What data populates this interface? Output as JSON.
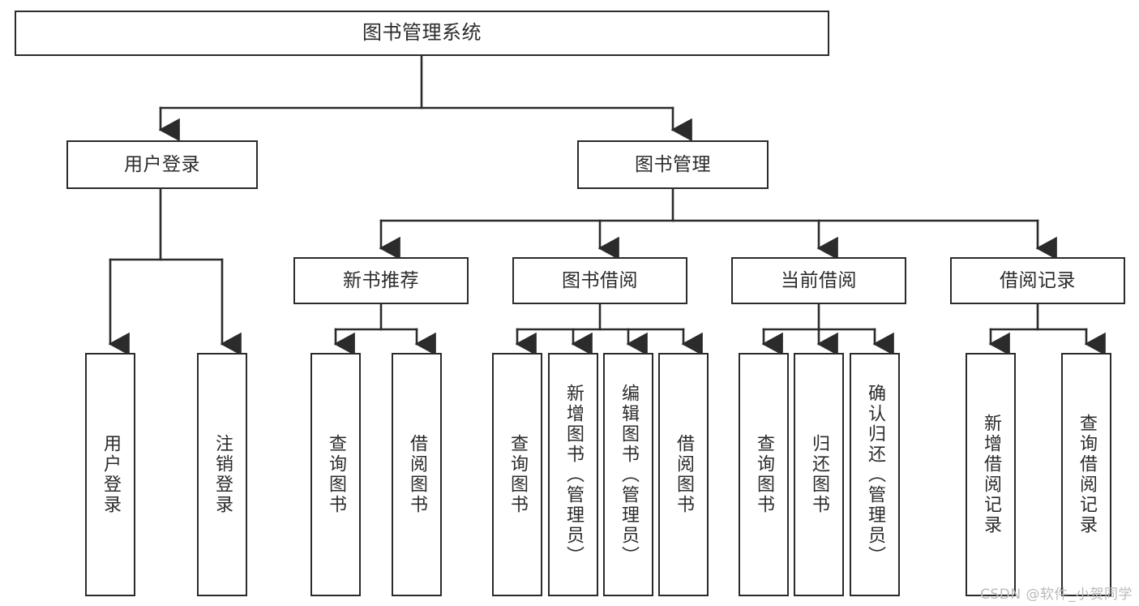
{
  "diagram": {
    "title": "图书管理系统",
    "type": "tree-hierarchy-chart",
    "colors": {
      "node_border": "#2b2b2b",
      "node_fill": "#ffffff",
      "edge": "#2b2b2b",
      "text": "#2b2b2b",
      "watermark": "#b9b9b9",
      "background": "#ffffff"
    },
    "root": {
      "label": "图书管理系统"
    },
    "level1": [
      {
        "label": "用户登录"
      },
      {
        "label": "图书管理"
      }
    ],
    "level2": [
      {
        "label": "新书推荐"
      },
      {
        "label": "图书借阅"
      },
      {
        "label": "当前借阅"
      },
      {
        "label": "借阅记录"
      }
    ],
    "leaves": {
      "user_login": [
        {
          "label": "用户登录"
        },
        {
          "label": "注销登录"
        }
      ],
      "new_book_recommend": [
        {
          "label": "查询图书"
        },
        {
          "label": "借阅图书"
        }
      ],
      "book_borrow": [
        {
          "label": "查询图书"
        },
        {
          "label": "新增图书（管理员）"
        },
        {
          "label": "编辑图书（管理员）"
        },
        {
          "label": "借阅图书"
        }
      ],
      "current_borrow": [
        {
          "label": "查询图书"
        },
        {
          "label": "归还图书"
        },
        {
          "label": "确认归还（管理员）"
        }
      ],
      "borrow_record": [
        {
          "label": "新增借阅记录"
        },
        {
          "label": "查询借阅记录"
        }
      ]
    }
  },
  "watermark": {
    "text": "CSDN @软件_小贺同学"
  }
}
